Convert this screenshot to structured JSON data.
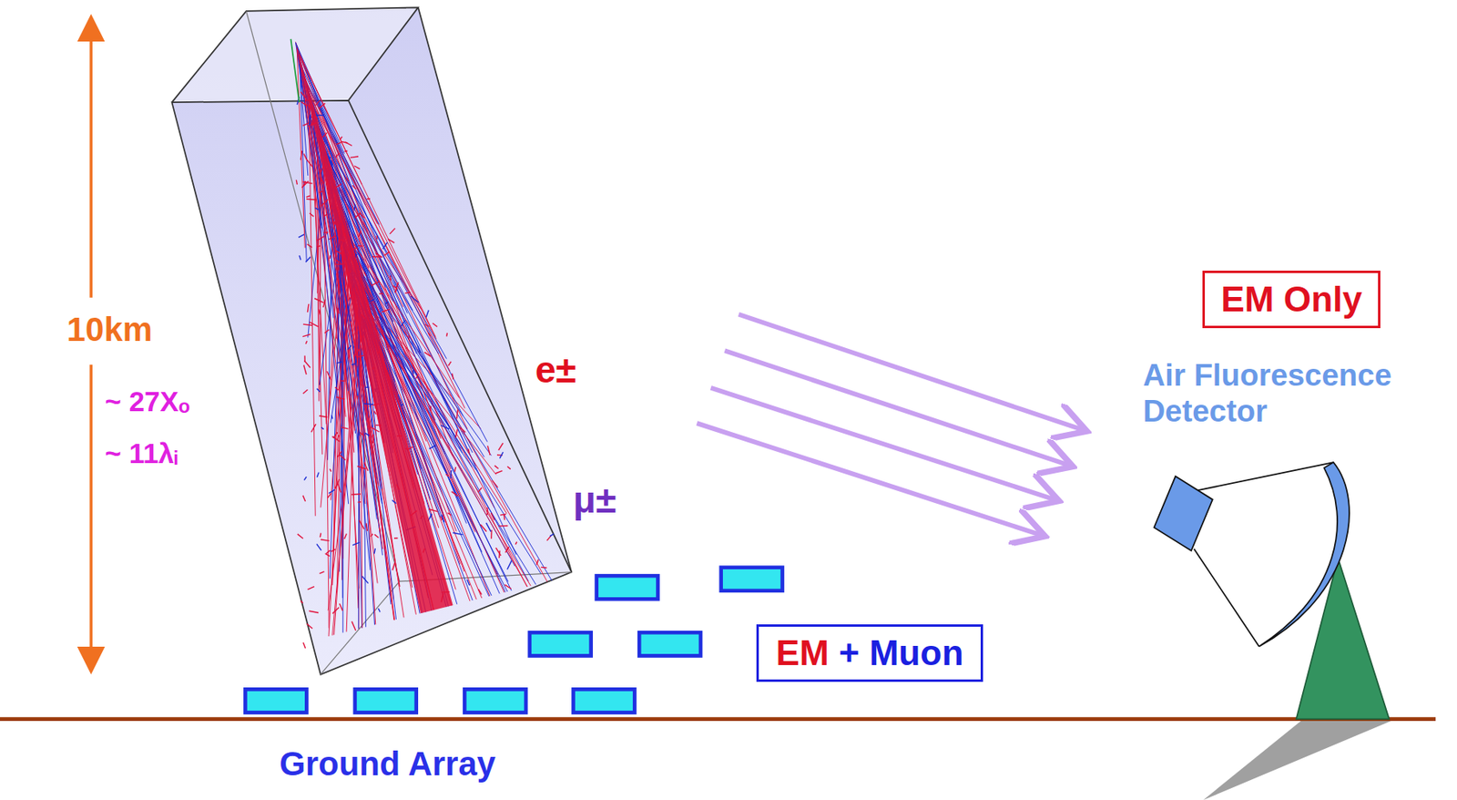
{
  "diagram": {
    "nodes": [
      {
        "text": [
          "EM Only"
        ]
      },
      {
        "text": [
          "EM",
          "+ Muon"
        ]
      }
    ],
    "labels": [
      "10km",
      "~ 27Xₒ",
      "~ 11λᵢ",
      "e±",
      "μ±",
      "Air Fluorescence Detector",
      "Ground Array"
    ]
  }
}
